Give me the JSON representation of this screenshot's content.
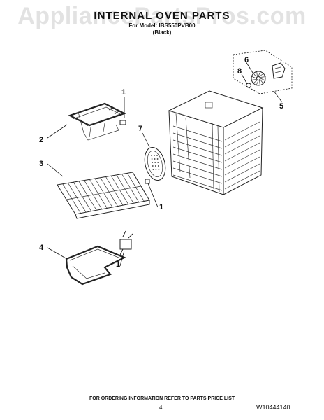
{
  "header": {
    "watermark": "AppliancePartsPros.com",
    "title": "INTERNAL OVEN PARTS",
    "model_line": "For Model: IBS550PVB00",
    "variant": "(Black)"
  },
  "callouts": [
    "1",
    "2",
    "3",
    "7",
    "1",
    "4",
    "1",
    "6",
    "8",
    "5"
  ],
  "footer": {
    "ordering_note": "FOR ORDERING INFORMATION REFER TO PARTS PRICE LIST",
    "page_number": "4",
    "doc_number": "W10444140"
  }
}
